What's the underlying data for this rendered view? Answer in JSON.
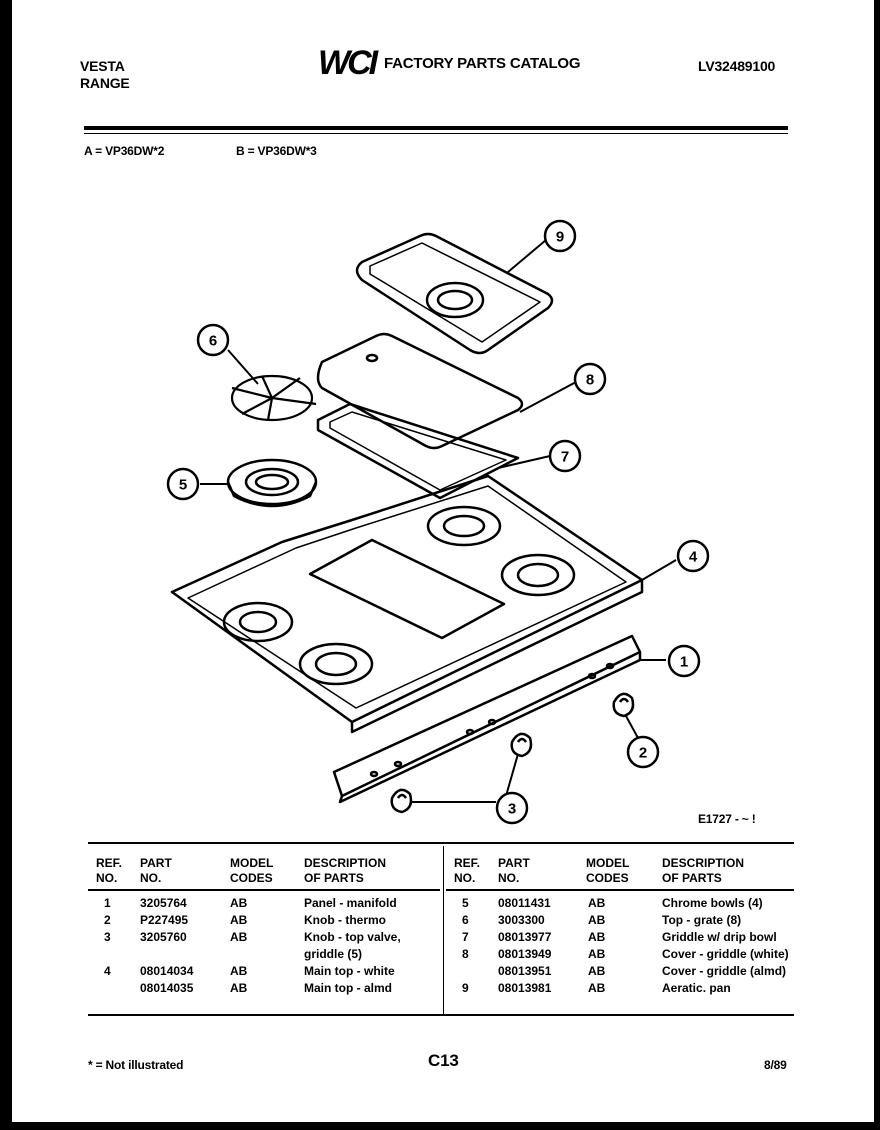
{
  "header": {
    "brand_line1": "VESTA",
    "brand_line2": "RANGE",
    "logo_text": "WCI",
    "catalog_title": "FACTORY PARTS CATALOG",
    "catalog_code": "LV32489100"
  },
  "models": {
    "a": "A = VP36DW*2",
    "b": "B = VP36DW*3"
  },
  "diagram": {
    "callouts": [
      "1",
      "2",
      "3",
      "4",
      "5",
      "6",
      "7",
      "8",
      "9"
    ],
    "drawing_code": "E1727 - ~ !"
  },
  "table": {
    "headers": {
      "ref_no": [
        "REF.",
        "NO."
      ],
      "part_no": [
        "PART",
        "NO."
      ],
      "model_codes": [
        "MODEL",
        "CODES"
      ],
      "description": [
        "DESCRIPTION",
        "OF PARTS"
      ]
    },
    "left_rows": [
      {
        "ref": "1",
        "part": "3205764",
        "codes": "AB",
        "desc": "Panel - manifold"
      },
      {
        "ref": "2",
        "part": "P227495",
        "codes": "AB",
        "desc": "Knob - thermo"
      },
      {
        "ref": "3",
        "part": "3205760",
        "codes": "AB",
        "desc": "Knob - top valve,"
      },
      {
        "ref": "",
        "part": "",
        "codes": "",
        "desc": "griddle (5)"
      },
      {
        "ref": "4",
        "part": "08014034",
        "codes": "AB",
        "desc": "Main top - white"
      },
      {
        "ref": "",
        "part": "08014035",
        "codes": "AB",
        "desc": "Main top - almd"
      }
    ],
    "right_rows": [
      {
        "ref": "5",
        "part": "08011431",
        "codes": "AB",
        "desc": "Chrome bowls (4)"
      },
      {
        "ref": "6",
        "part": "3003300",
        "codes": "AB",
        "desc": "Top - grate (8)"
      },
      {
        "ref": "7",
        "part": "08013977",
        "codes": "AB",
        "desc": "Griddle w/ drip bowl"
      },
      {
        "ref": "8",
        "part": "08013949",
        "codes": "AB",
        "desc": "Cover - griddle (white)"
      },
      {
        "ref": "",
        "part": "08013951",
        "codes": "AB",
        "desc": "Cover - griddle (almd)"
      },
      {
        "ref": "9",
        "part": "08013981",
        "codes": "AB",
        "desc": "Aeratic. pan"
      }
    ]
  },
  "footer": {
    "note": "* = Not illustrated",
    "page": "C13",
    "date": "8/89"
  }
}
